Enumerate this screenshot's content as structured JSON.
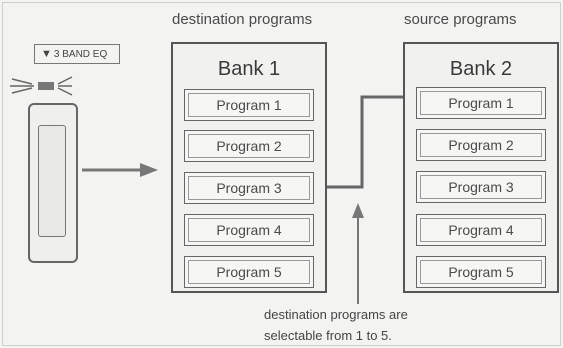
{
  "headers": {
    "destination": "destination programs",
    "source": "source programs"
  },
  "eq_label": "3 BAND EQ",
  "bank1": {
    "title": "Bank 1",
    "programs": [
      "Program 1",
      "Program 2",
      "Program 3",
      "Program 4",
      "Program 5"
    ]
  },
  "bank2": {
    "title": "Bank 2",
    "programs": [
      "Program 1",
      "Program 2",
      "Program 3",
      "Program 4",
      "Program 5"
    ]
  },
  "note": {
    "line1": "destination programs are",
    "line2": "selectable from 1 to  5."
  }
}
